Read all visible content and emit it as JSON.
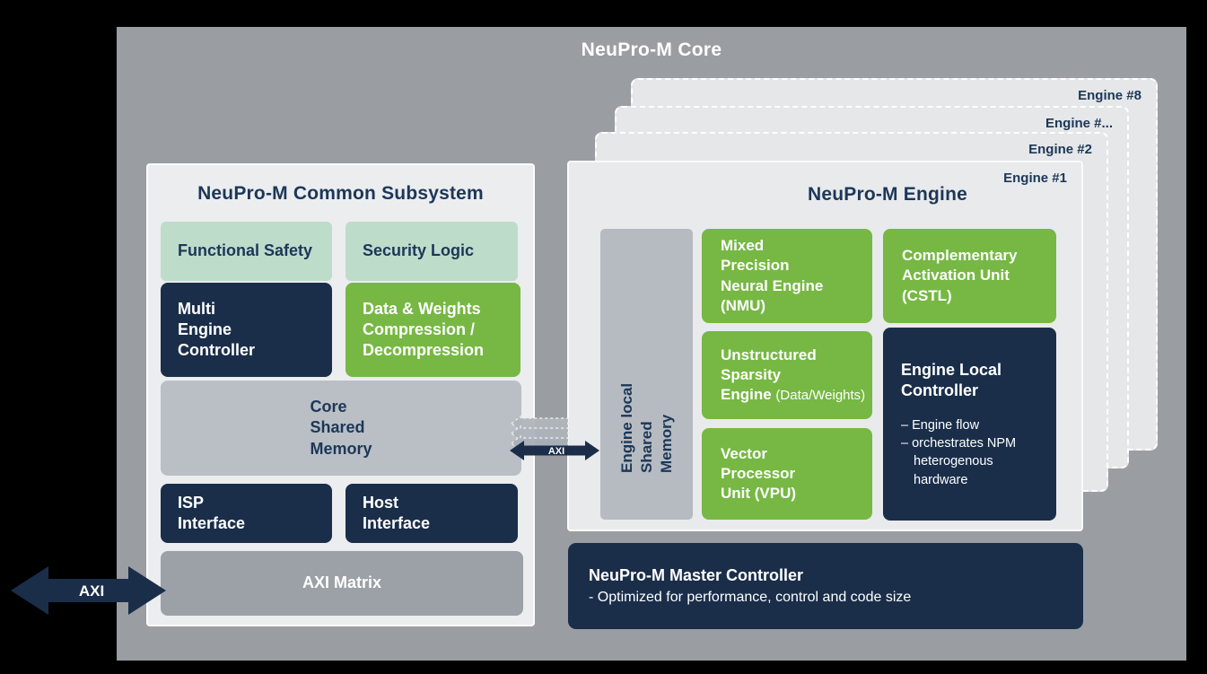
{
  "core": {
    "title": "NeuPro-M Core"
  },
  "axi": {
    "left_label": "AXI",
    "link_label": "AXI"
  },
  "common_subsystem": {
    "title": "NeuPro-M Common Subsystem",
    "functional_safety": "Functional Safety",
    "security_logic": "Security Logic",
    "multi_engine_controller": "Multi\nEngine\nController",
    "data_weights_compression": "Data & Weights\nCompression /\nDecompression",
    "core_shared_memory": "Core\nShared\nMemory",
    "isp_interface": "ISP\nInterface",
    "host_interface": "Host\nInterface",
    "axi_matrix": "AXI Matrix"
  },
  "engines": {
    "stack_labels": [
      "Engine #8",
      "Engine #...",
      "Engine #2",
      "Engine #1"
    ],
    "title": "NeuPro-M Engine",
    "local_shared_memory": "Engine local\nShared\nMemory",
    "nmu": "Mixed\nPrecision\nNeural Engine\n(NMU)",
    "cstl": "Complementary\nActivation Unit\n(CSTL)",
    "sparsity_main": "Unstructured\nSparsity\nEngine",
    "sparsity_suffix": "(Data/Weights)",
    "elc_title": "Engine Local\nController",
    "elc_bullets": [
      "– Engine flow",
      "– orchestrates NPM heterogenous hardware"
    ],
    "vpu": "Vector\nProcessor\nUnit (VPU)"
  },
  "master_controller": {
    "title": "NeuPro-M Master Controller",
    "subtitle": "- Optimized for performance, control and code size"
  },
  "colors": {
    "background": "#000000",
    "core_gray": "#9a9ea2",
    "panel_light": "#ecedef",
    "navy": "#1a2e4a",
    "green": "#76b843",
    "mint": "#bedcca",
    "memory_gray": "#b9bfc5",
    "axi_matrix_gray": "#9ba1a6",
    "text_navy": "#1c3758",
    "white": "#ffffff"
  }
}
